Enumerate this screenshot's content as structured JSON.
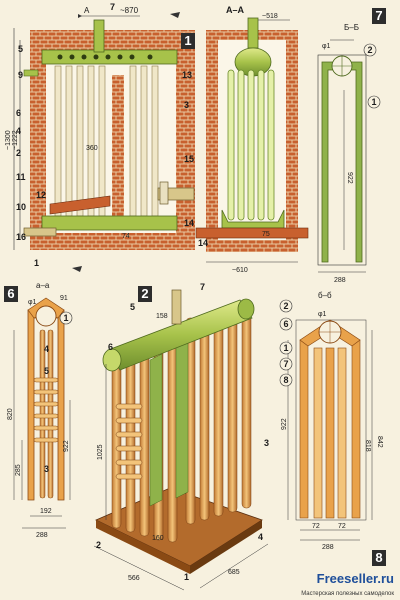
{
  "figures": {
    "fig1": {
      "badge": "1",
      "dims": {
        "top": "~870",
        "height_total": "~1300",
        "height_inner": "~1222",
        "inner": "360",
        "bottom": "74"
      },
      "section_mark": "A",
      "labels": [
        "7",
        "5",
        "9",
        "13",
        "6",
        "4",
        "3",
        "2",
        "11",
        "15",
        "10",
        "12",
        "16",
        "14",
        "1"
      ]
    },
    "figAA": {
      "title": "A–A",
      "dims": {
        "top": "~518",
        "bottom": "~610",
        "base": "75"
      },
      "labels": [
        "14"
      ]
    },
    "fig7": {
      "badge": "7",
      "section": "Б–Б",
      "dims": {
        "phi": "φ1",
        "height": "922",
        "width": "288"
      },
      "circle_labels": [
        "2",
        "1"
      ]
    },
    "fig6": {
      "badge": "6",
      "section": "а–а",
      "dims": {
        "phi": "φ1",
        "top_small": "91",
        "h1": "820",
        "h2": "285",
        "h3": "922",
        "w1": "192",
        "w2": "288"
      },
      "labels": [
        "1",
        "4",
        "5",
        "3"
      ]
    },
    "fig2": {
      "badge": "2",
      "dims": {
        "pipe": "158",
        "height": "1025",
        "base1": "685",
        "base2": "566",
        "base3": "160"
      },
      "labels": [
        "7",
        "5",
        "3",
        "4",
        "2",
        "1",
        "6"
      ]
    },
    "fig8": {
      "section": "б–б",
      "badge": "8",
      "dims": {
        "phi": "φ1",
        "h1": "922",
        "h2": "842",
        "h3": "818",
        "w_cell": "72",
        "w_total": "288"
      },
      "circle_labels": [
        "2",
        "6",
        "1",
        "7",
        "8"
      ]
    }
  },
  "watermark": {
    "site": "Freeseller.ru",
    "subtitle": "Мастерская полезных самоделок"
  },
  "colors": {
    "brick": "#c8602e",
    "mortar": "#e9c9a0",
    "green": "#8fb24a",
    "pipe": "#d8c68a",
    "orange": "#e9a24a",
    "badge": "#2d2d2d"
  }
}
